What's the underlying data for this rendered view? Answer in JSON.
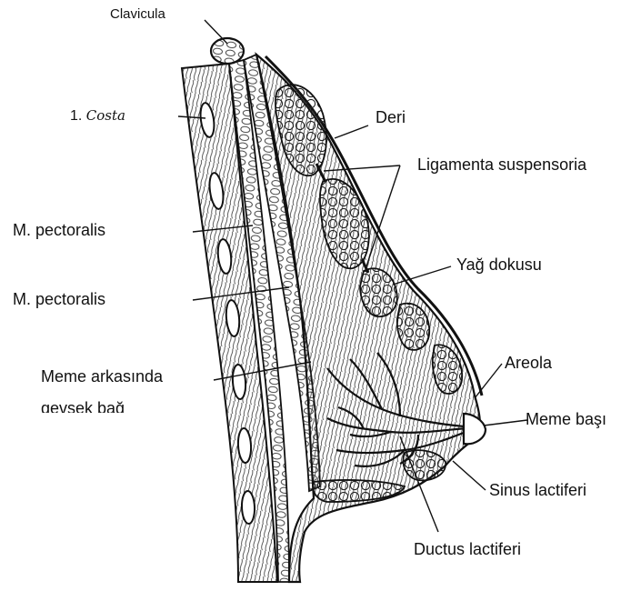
{
  "labels": {
    "clavicula": "Clavicula",
    "costa_number": "1.",
    "costa_word": "Costa",
    "deri": "Deri",
    "ligamenta": "Ligamenta suspensoria",
    "pectoralis_1": "M. pectoralis",
    "pectoralis_2": "M. pectoralis",
    "yag": "Yağ dokusu",
    "meme_arkasinda_line1": "Meme arkasında",
    "meme_arkasinda_line2": "gevsek bağ",
    "areola": "Areola",
    "meme_basi": "Meme başı",
    "sinus": "Sinus lactiferi",
    "ductus": "Ductus lactiferi"
  },
  "colors": {
    "ink": "#111111",
    "background": "#ffffff"
  }
}
